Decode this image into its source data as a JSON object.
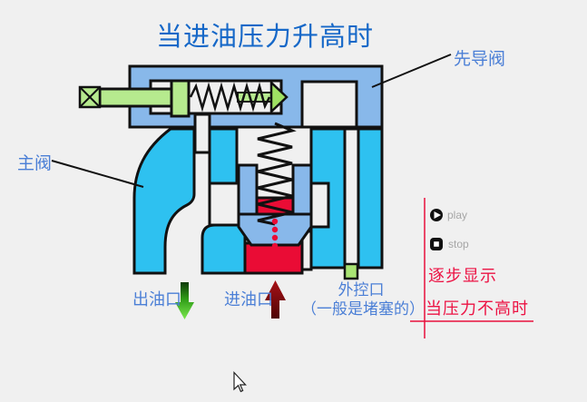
{
  "title": "当进油压力升高时",
  "diagram": {
    "labels": {
      "pilot_valve": "先导阀",
      "main_valve": "主阀",
      "outlet_port": "出油口",
      "inlet_port": "进油口",
      "control_port": "外控口",
      "control_port_note": "（一般是堵塞的）"
    },
    "colors": {
      "background": "#f0f0f0",
      "pilot_body_blue": "#88b8ea",
      "main_body_cyan": "#2ec1f0",
      "component_green": "#b6ea8e",
      "pressure_red": "#ea0c35",
      "outline_black": "#111111",
      "label_blue": "#4b7fd6",
      "title_blue": "#1668c8",
      "caption_red": "#ec1243",
      "crosshair_red": "#e8113c",
      "control_text_gray": "#a6a6a6",
      "outlet_arrow_green": "#2f9c17",
      "inlet_arrow_dark_red": "#8e0d10"
    },
    "icons": {
      "play": "play-icon",
      "stop": "stop-icon",
      "cursor": "arrow-cursor-icon"
    }
  },
  "controls": {
    "play": {
      "label": "play"
    },
    "stop": {
      "label": "stop"
    }
  },
  "captions": {
    "step_display": "逐步显示",
    "initial_state": "当压力不高时"
  }
}
